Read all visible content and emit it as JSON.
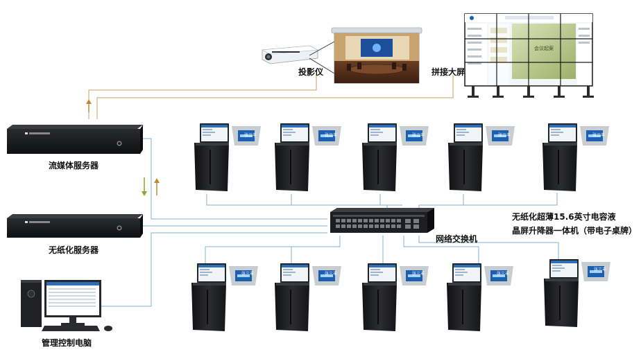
{
  "labels": {
    "projector": "投影仪",
    "video_wall": "拼接大屏",
    "streaming_server": "流媒体服务器",
    "paperless_server": "无纸化服务器",
    "admin_pc": "管理控制电脑",
    "network_switch": "网络交换机",
    "terminal_desc_line1": "无纸化超薄15.6英寸电容液",
    "terminal_desc_line2": "晶屏升降器一体机（带电子桌牌）"
  },
  "screens": {
    "video_wall_caption": "会议起案",
    "nameplate_text": "张三丰"
  },
  "colors": {
    "signal_line": "#c9a25c",
    "network_line": "#7fb3d5",
    "arrow_green": "#8aa52a",
    "arrow_orange": "#c28a2c",
    "device_dark": "#1e1f22",
    "screen_blue": "#1b5fb0"
  }
}
